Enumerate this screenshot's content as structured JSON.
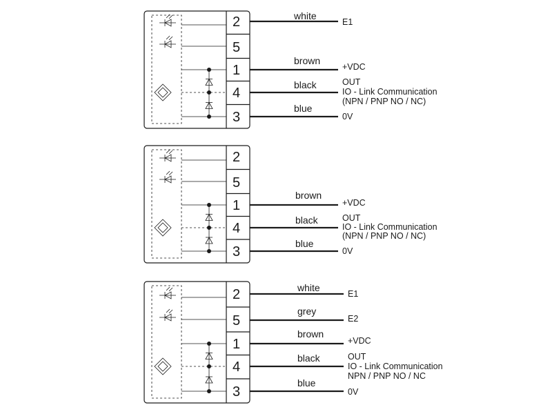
{
  "diagrams": [
    {
      "pins": [
        {
          "number": "2",
          "wire": "white",
          "signal": [
            "E1"
          ]
        },
        {
          "number": "5",
          "wire": "",
          "signal": []
        },
        {
          "number": "1",
          "wire": "brown",
          "signal": [
            "+VDC"
          ]
        },
        {
          "number": "4",
          "wire": "black",
          "signal": [
            "OUT",
            "IO - Link Communication",
            "(NPN / PNP  NO / NC)"
          ]
        },
        {
          "number": "3",
          "wire": "blue",
          "signal": [
            "0V"
          ]
        }
      ]
    },
    {
      "pins": [
        {
          "number": "2",
          "wire": "",
          "signal": []
        },
        {
          "number": "5",
          "wire": "",
          "signal": []
        },
        {
          "number": "1",
          "wire": "brown",
          "signal": [
            "+VDC"
          ]
        },
        {
          "number": "4",
          "wire": "black",
          "signal": [
            "OUT",
            "IO - Link Communication",
            "(NPN / PNP  NO / NC)"
          ]
        },
        {
          "number": "3",
          "wire": "blue",
          "signal": [
            "0V"
          ]
        }
      ]
    },
    {
      "pins": [
        {
          "number": "2",
          "wire": "white",
          "signal": [
            "E1"
          ]
        },
        {
          "number": "5",
          "wire": "grey",
          "signal": [
            "E2"
          ]
        },
        {
          "number": "1",
          "wire": "brown",
          "signal": [
            "+VDC"
          ]
        },
        {
          "number": "4",
          "wire": "black",
          "signal": [
            "OUT",
            "IO - Link Communication",
            "NPN / PNP  NO / NC"
          ]
        },
        {
          "number": "3",
          "wire": "blue",
          "signal": [
            "0V"
          ]
        }
      ]
    }
  ]
}
